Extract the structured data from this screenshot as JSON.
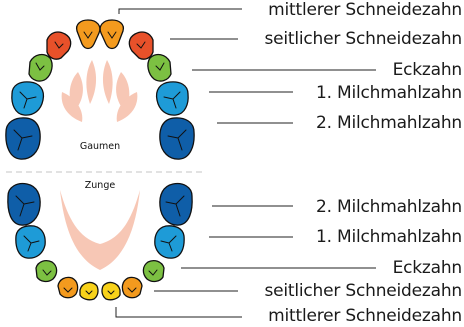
{
  "regions": {
    "palate": "Gaumen",
    "tongue": "Zunge"
  },
  "upper_labels": [
    "mittlerer Schneidezahn",
    "seitlicher Schneidezahn",
    "Eckzahn",
    "1. Milchmahlzahn",
    "2. Milchmahlzahn"
  ],
  "lower_labels": [
    "2. Milchmahlzahn",
    "1. Milchmahlzahn",
    "Eckzahn",
    "seitlicher Schneidezahn",
    "mittlerer Schneidezahn"
  ],
  "colors": {
    "central_incisor_upper": "#f39a1e",
    "lateral_incisor_upper": "#e8512a",
    "canine": "#7cc042",
    "first_molar": "#1e9bd7",
    "second_molar": "#0f5ea8",
    "central_incisor_lower": "#f8d21a",
    "lateral_incisor_lower": "#f39a1e",
    "soft_tissue": "#f7c7b5"
  }
}
